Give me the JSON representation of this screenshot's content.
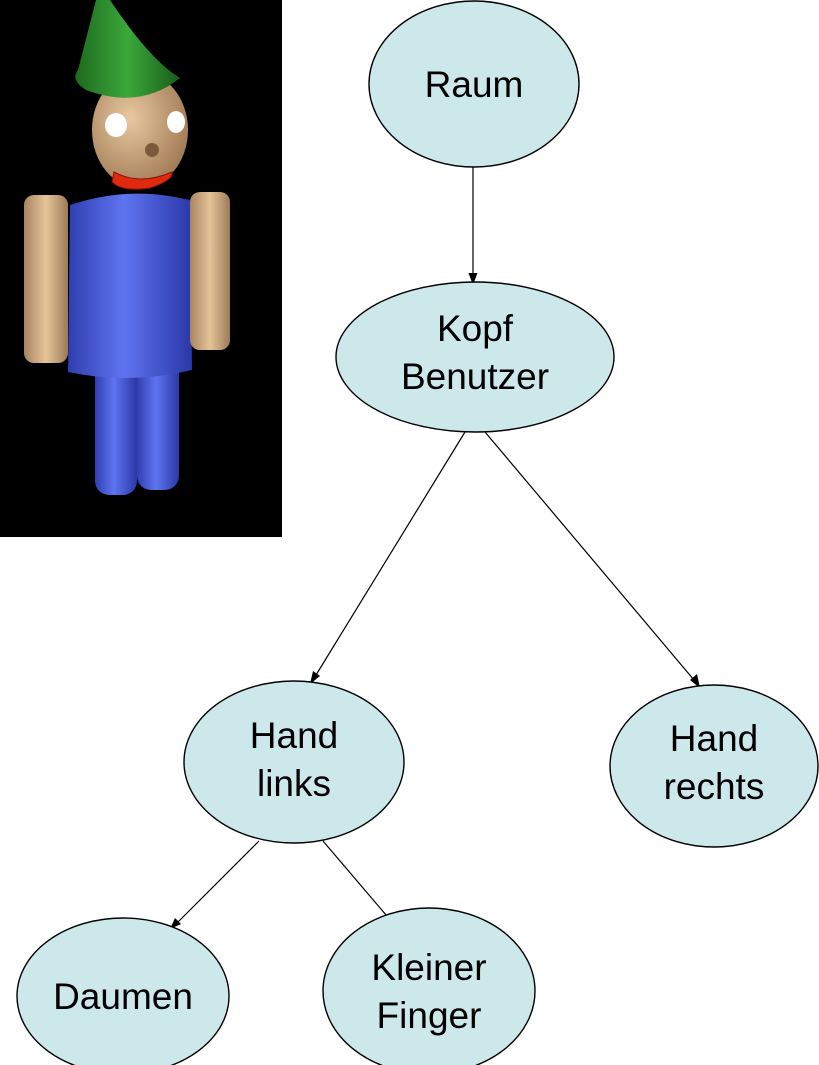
{
  "colors": {
    "node_fill": "#cde8eb",
    "node_stroke": "#000000",
    "figure_background": "#000000",
    "figure_hat": "#2e8b2e",
    "figure_skin": "#d6b48c",
    "figure_body": "#4a5fe0",
    "figure_mouth": "#e02a10"
  },
  "figure": {
    "description_icon": "3d-gnome-figure-icon"
  },
  "nodes": [
    {
      "id": "raum",
      "lines": [
        "Raum"
      ]
    },
    {
      "id": "kopf",
      "lines": [
        "Kopf",
        "Benutzer"
      ]
    },
    {
      "id": "hand-links",
      "lines": [
        "Hand",
        "links"
      ]
    },
    {
      "id": "hand-rechts",
      "lines": [
        "Hand",
        "rechts"
      ]
    },
    {
      "id": "daumen",
      "lines": [
        "Daumen"
      ]
    },
    {
      "id": "kleiner-finger",
      "lines": [
        "Kleiner",
        "Finger"
      ]
    }
  ],
  "edges": [
    {
      "from": "raum",
      "to": "kopf"
    },
    {
      "from": "kopf",
      "to": "hand-links"
    },
    {
      "from": "kopf",
      "to": "hand-rechts"
    },
    {
      "from": "hand-links",
      "to": "daumen"
    },
    {
      "from": "hand-links",
      "to": "kleiner-finger"
    }
  ]
}
